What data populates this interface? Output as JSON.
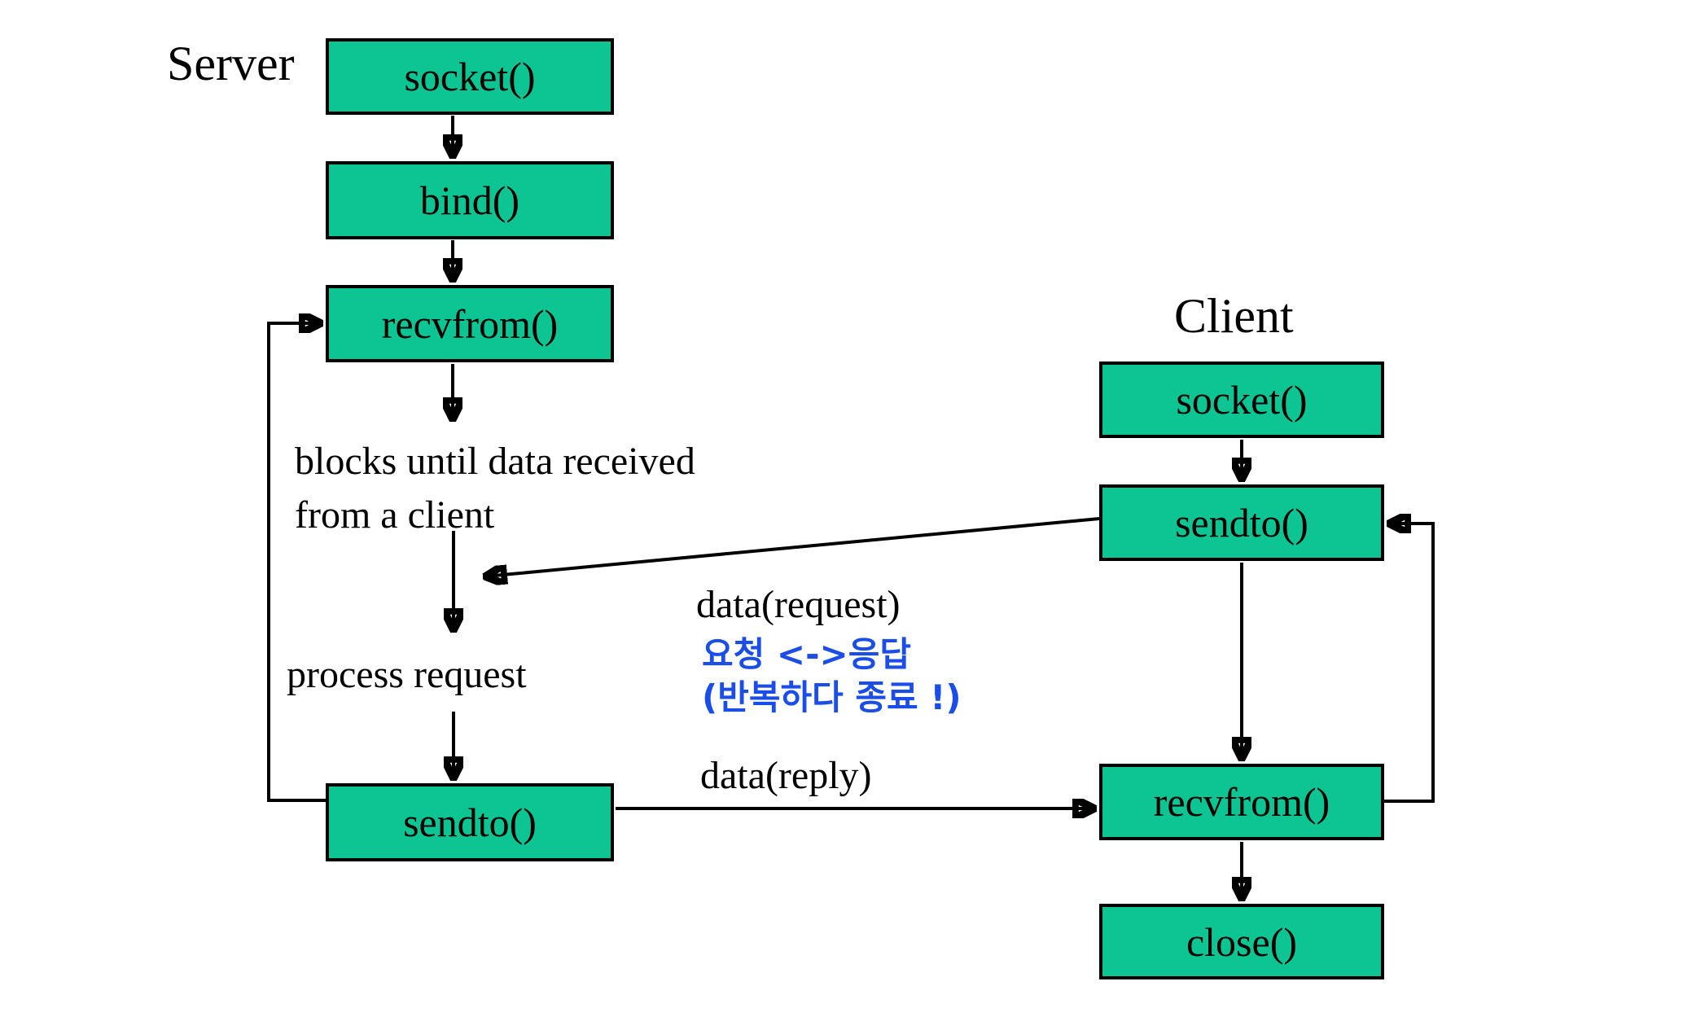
{
  "colors": {
    "box_fill": "#0cc593",
    "box_border": "#000000",
    "line": "#000000",
    "note_text": "#1b4de9"
  },
  "server": {
    "title": "Server",
    "boxes": {
      "socket": "socket()",
      "bind": "bind()",
      "recvfrom": "recvfrom()",
      "sendto": "sendto()"
    }
  },
  "client": {
    "title": "Client",
    "boxes": {
      "socket": "socket()",
      "sendto": "sendto()",
      "recvfrom": "recvfrom()",
      "close": "close()"
    }
  },
  "annotations": {
    "blocks_line1": "blocks until data received",
    "blocks_line2": "from a client",
    "process_request": "process request",
    "data_request": "data(request)",
    "data_reply": "data(reply)",
    "note_line1": "요청 <->응답",
    "note_line2": "(반복하다 종료 !)"
  }
}
